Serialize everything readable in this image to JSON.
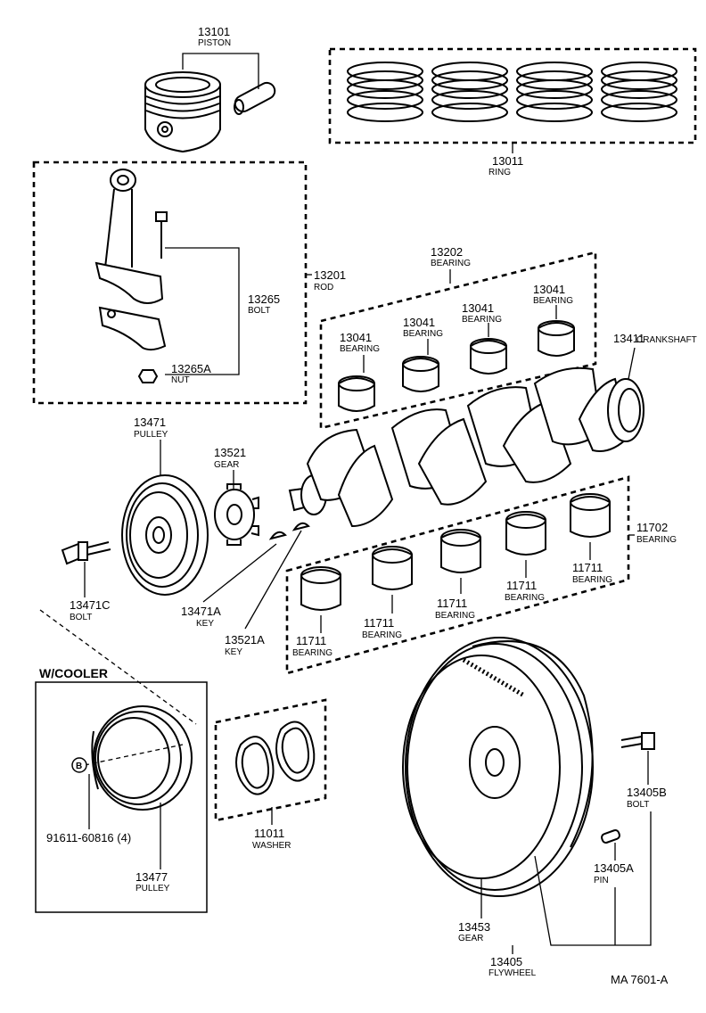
{
  "parts": {
    "p13101": {
      "no": "13101",
      "name": "PISTON"
    },
    "p13011": {
      "no": "13011",
      "name": "RING"
    },
    "p13201": {
      "no": "13201",
      "name": "ROD"
    },
    "p13265": {
      "no": "13265",
      "name": "BOLT"
    },
    "p13265A": {
      "no": "13265A",
      "name": "NUT"
    },
    "p13202": {
      "no": "13202",
      "name": "BEARING"
    },
    "p13041a": {
      "no": "13041",
      "name": "BEARING"
    },
    "p13041b": {
      "no": "13041",
      "name": "BEARING"
    },
    "p13041c": {
      "no": "13041",
      "name": "BEARING"
    },
    "p13041d": {
      "no": "13041",
      "name": "BEARING"
    },
    "p13411": {
      "no": "13411",
      "name": "CRANKSHAFT"
    },
    "p13471": {
      "no": "13471",
      "name": "PULLEY"
    },
    "p13521": {
      "no": "13521",
      "name": "GEAR"
    },
    "p11702": {
      "no": "11702",
      "name": "BEARING"
    },
    "p11711a": {
      "no": "11711",
      "name": "BEARING"
    },
    "p11711b": {
      "no": "11711",
      "name": "BEARING"
    },
    "p11711c": {
      "no": "11711",
      "name": "BEARING"
    },
    "p11711d": {
      "no": "11711",
      "name": "BEARING"
    },
    "p13471C": {
      "no": "13471C",
      "name": "BOLT"
    },
    "p13471A": {
      "no": "13471A",
      "name": "KEY"
    },
    "p13521A": {
      "no": "13521A",
      "name": "KEY"
    },
    "p91611": {
      "no": "91611-60816 (4)"
    },
    "p13477": {
      "no": "13477",
      "name": "PULLEY"
    },
    "p11011": {
      "no": "11011",
      "name": "WASHER"
    },
    "p13405B": {
      "no": "13405B",
      "name": "BOLT"
    },
    "p13405A": {
      "no": "13405A",
      "name": "PIN"
    },
    "p13453": {
      "no": "13453",
      "name": "GEAR"
    },
    "p13405": {
      "no": "13405",
      "name": "FLYWHEEL"
    }
  },
  "cooler_label": "W/COOLER",
  "callout_symbol": "B",
  "diagram_code": "MA  7601-A"
}
